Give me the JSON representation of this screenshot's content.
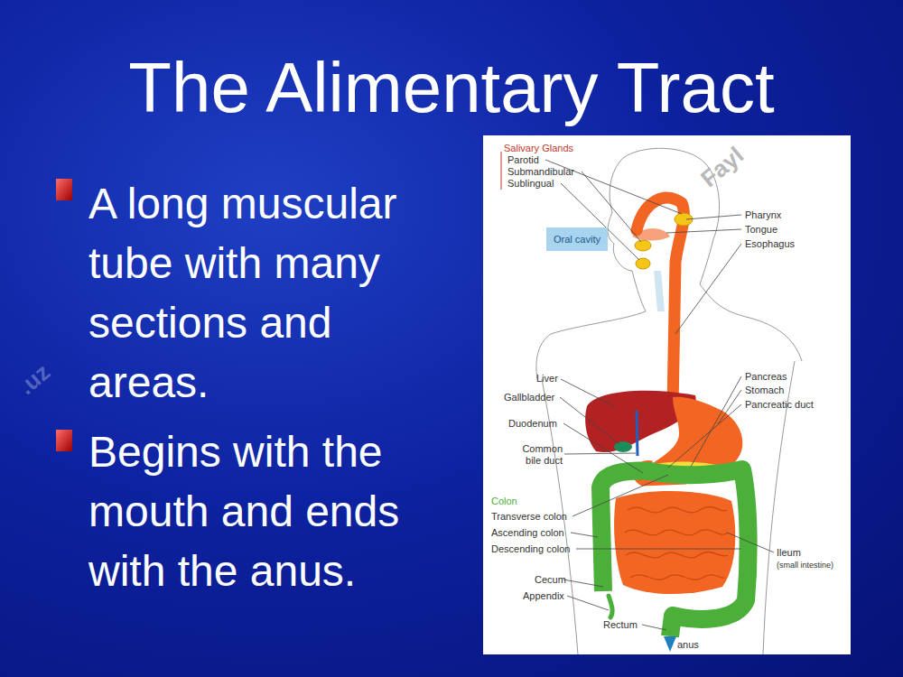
{
  "diagram": {
    "title": "The Alimentary Tract",
    "nodes": [
      {
        "text": [
          "Oral cavity"
        ]
      }
    ],
    "labels": [
      "A long muscular tube with many sections and areas.",
      "Begins with the mouth and ends with the anus.",
      "Salivary Glands",
      "Parotid",
      "Submandibular",
      "Sublingual",
      "Pharynx",
      "Tongue",
      "Esophagus",
      "Liver",
      "Gallbladder",
      "Duodenum",
      "Common bile duct",
      "Pancreas",
      "Stomach",
      "Pancreatic duct",
      "Colon",
      "Transverse colon",
      "Ascending colon",
      "Descending colon",
      "Ileum",
      "(small intestine)",
      "Cecum",
      "Appendix",
      "Rectum",
      "anus",
      "Fayl",
      ".uz"
    ]
  }
}
